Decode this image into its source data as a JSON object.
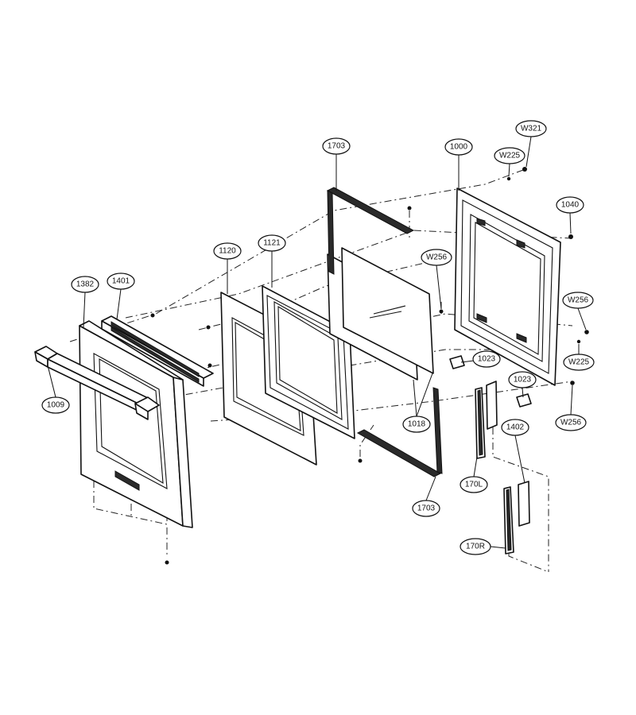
{
  "callouts": [
    {
      "id": "c-w321",
      "label": "W321"
    },
    {
      "id": "c-w225-top",
      "label": "W225"
    },
    {
      "id": "c-1703-top",
      "label": "1703"
    },
    {
      "id": "c-1000",
      "label": "1000"
    },
    {
      "id": "c-1040",
      "label": "1040"
    },
    {
      "id": "c-1120",
      "label": "1120"
    },
    {
      "id": "c-1121",
      "label": "1121"
    },
    {
      "id": "c-w256-a",
      "label": "W256"
    },
    {
      "id": "c-1382",
      "label": "1382"
    },
    {
      "id": "c-1401",
      "label": "1401"
    },
    {
      "id": "c-w256-b",
      "label": "W256"
    },
    {
      "id": "c-1023-a",
      "label": "1023"
    },
    {
      "id": "c-w225-b",
      "label": "W225"
    },
    {
      "id": "c-1023-b",
      "label": "1023"
    },
    {
      "id": "c-1009",
      "label": "1009"
    },
    {
      "id": "c-1018",
      "label": "1018"
    },
    {
      "id": "c-w256-c",
      "label": "W256"
    },
    {
      "id": "c-1402",
      "label": "1402"
    },
    {
      "id": "c-170l",
      "label": "170L"
    },
    {
      "id": "c-1703-bottom",
      "label": "1703"
    },
    {
      "id": "c-170r",
      "label": "170R"
    }
  ]
}
